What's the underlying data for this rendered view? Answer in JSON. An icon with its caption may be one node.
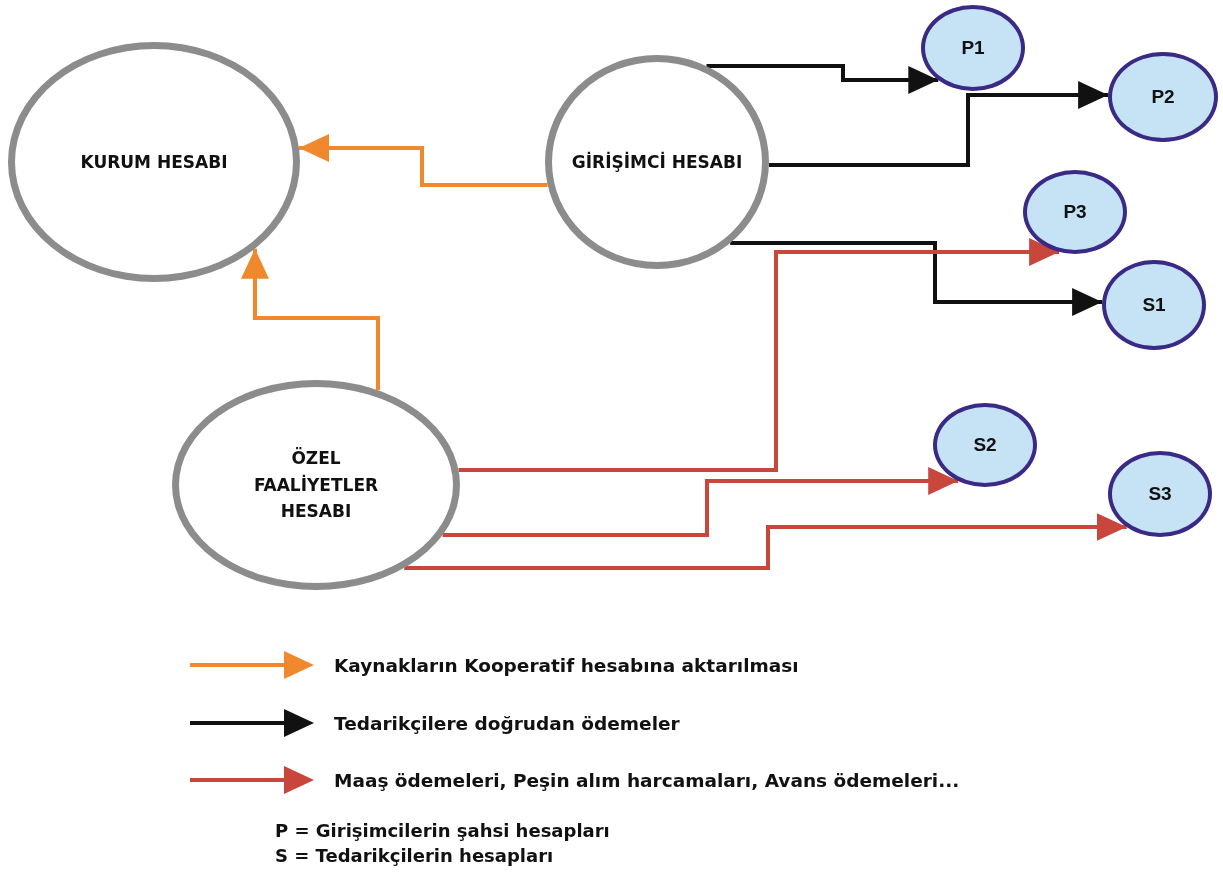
{
  "diagram": {
    "nodes": [
      {
        "text": [
          "KURUM HESABI"
        ]
      },
      {
        "text": [
          "GİRİŞİMCİ HESABI"
        ]
      },
      {
        "text": [
          "ÖZEL FAALİYETLER HESABI"
        ]
      },
      {
        "text": [
          "P1"
        ]
      },
      {
        "text": [
          "P2"
        ]
      },
      {
        "text": [
          "P3"
        ]
      },
      {
        "text": [
          "S1"
        ]
      },
      {
        "text": [
          "S2"
        ]
      },
      {
        "text": [
          "S3"
        ]
      }
    ],
    "edges": [
      {
        "from": 1,
        "to": 0,
        "arrow": "to",
        "color": "#f0892d"
      },
      {
        "from": 2,
        "to": 0,
        "arrow": "to",
        "color": "#f0892d"
      },
      {
        "from": 1,
        "to": 3,
        "arrow": "to",
        "color": "#111111"
      },
      {
        "from": 1,
        "to": 4,
        "arrow": "to",
        "color": "#111111"
      },
      {
        "from": 1,
        "to": 6,
        "arrow": "to",
        "color": "#111111"
      },
      {
        "from": 2,
        "to": 5,
        "arrow": "to",
        "color": "#c8463c"
      },
      {
        "from": 2,
        "to": 7,
        "arrow": "to",
        "color": "#c8463c"
      },
      {
        "from": 2,
        "to": 8,
        "arrow": "to",
        "color": "#c8463c"
      }
    ],
    "labels": [
      "P = Girişimcilerin şahsi hesapları",
      "S = Tedarikçilerin hesapları"
    ],
    "legend": [
      {
        "text": "Kaynakların Kooperatif hesabına aktarılması"
      },
      {
        "text": "Tedarikçilere doğrudan ödemeler"
      },
      {
        "text": "Maaş ödemeleri, Peşin alım harcamaları, Avans ödemeleri..."
      }
    ]
  }
}
